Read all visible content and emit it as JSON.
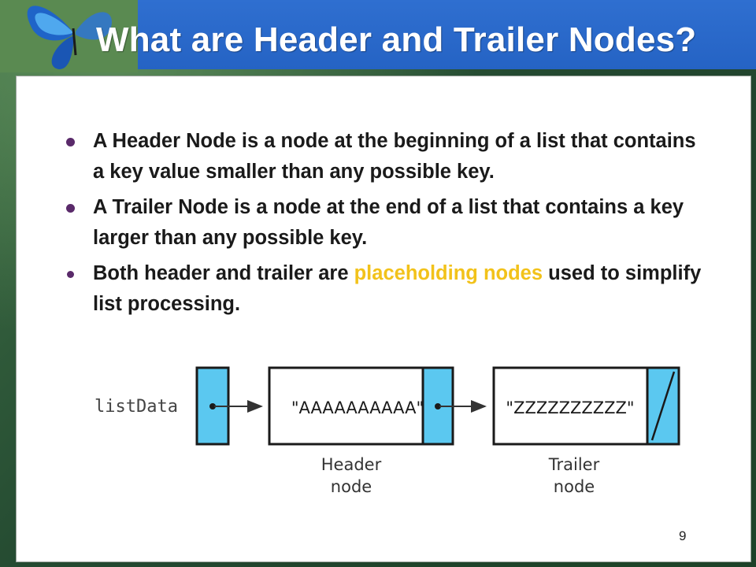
{
  "slide": {
    "title": "What are Header and Trailer Nodes?",
    "page_number": "9"
  },
  "bullets": [
    {
      "text": "A Header Node is a node at the beginning of a list that contains a key value smaller than any possible key."
    },
    {
      "text": "A Trailer Node is a node at the end of a list that contains a key larger than any possible key."
    },
    {
      "text_before": "Both header and trailer are ",
      "highlight": "placeholding nodes",
      "text_after": " used to simplify list processing."
    }
  ],
  "diagram": {
    "pointer_label": "listData",
    "header_value": "\"AAAAAAAAAA\"",
    "trailer_value": "\"ZZZZZZZZZZ\"",
    "header_caption": [
      "Header",
      "node"
    ],
    "trailer_caption": [
      "Trailer",
      "node"
    ]
  },
  "colors": {
    "title_bar": "#2563c4",
    "highlight": "#f2c21a",
    "pointer_cell": "#5bc8f0"
  }
}
